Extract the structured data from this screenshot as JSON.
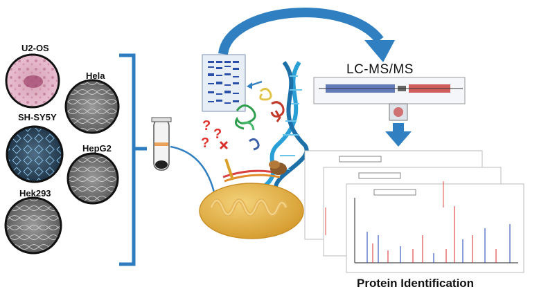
{
  "cell_lines": {
    "u2os": "U2-OS",
    "hela": "Hela",
    "shsy5y": "SH-SY5Y",
    "hepg2": "HepG2",
    "hek293": "Hek293"
  },
  "question_marks": [
    "?",
    "?",
    "?"
  ],
  "lcms": {
    "title": "LC-MS/MS"
  },
  "output": {
    "title": "Protein Identification"
  },
  "colors": {
    "arrow_blue": "#2f7fc1",
    "bracket_blue": "#2d7cc0",
    "mito_orange": "#e8b74b",
    "question_red": "#e0312d",
    "spectrum_red": "#e04b4b",
    "spectrum_blue": "#3b5fbf"
  }
}
